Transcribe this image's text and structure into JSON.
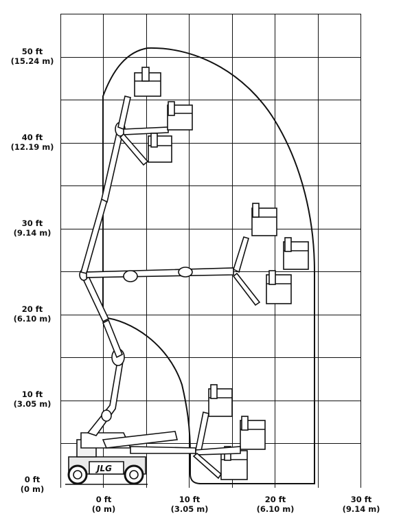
{
  "diagram": {
    "y_axis": {
      "ticks": [
        {
          "feet": "50 ft",
          "metres": "(15.24 m)"
        },
        {
          "feet": "40 ft",
          "metres": "(12.19 m)"
        },
        {
          "feet": "30 ft",
          "metres": "(9.14 m)"
        },
        {
          "feet": "20 ft",
          "metres": "(6.10 m)"
        },
        {
          "feet": "10 ft",
          "metres": "(3.05 m)"
        },
        {
          "feet": "0 ft",
          "metres": "(0 m)"
        }
      ]
    },
    "x_axis": {
      "ticks": [
        {
          "feet": "0 ft",
          "metres": "(0 m)"
        },
        {
          "feet": "10 ft",
          "metres": "(3.05 m)"
        },
        {
          "feet": "20 ft",
          "metres": "(6.10 m)"
        },
        {
          "feet": "30 ft",
          "metres": "(9.14 m)"
        }
      ]
    },
    "machine": {
      "logo_text": "JLG"
    },
    "colors": {
      "lines": "#111111",
      "background": "#ffffff"
    }
  }
}
